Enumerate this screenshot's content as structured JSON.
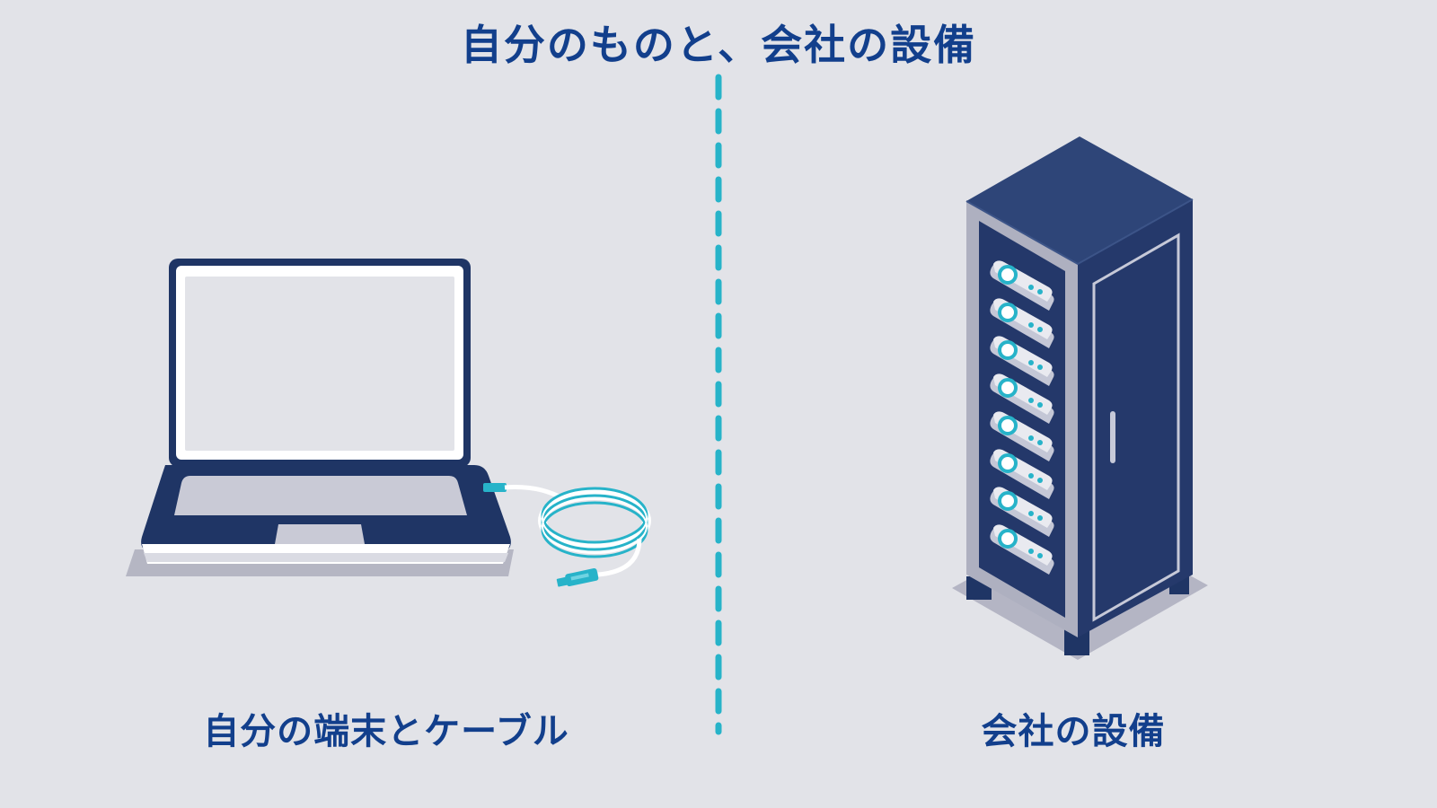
{
  "title": "自分のものと、会社の設備",
  "left_label": "自分の端末とケーブル",
  "right_label": "会社の設備",
  "colors": {
    "background": "#e2e3e8",
    "navy": "#1f3565",
    "text": "#123f8c",
    "accent": "#27b3c9"
  },
  "icons": [
    "laptop-icon",
    "cable-icon",
    "server-rack-icon"
  ]
}
